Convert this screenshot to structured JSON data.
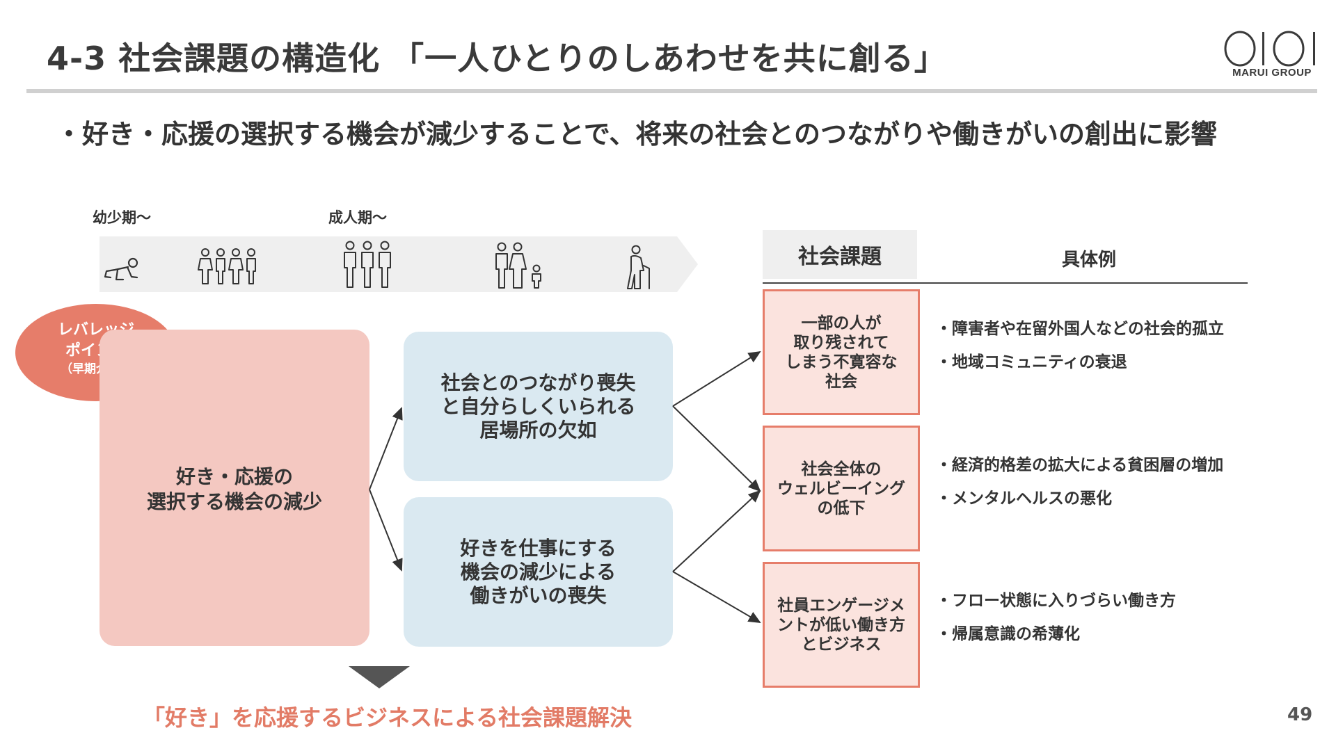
{
  "header": {
    "title": "4-3 社会課題の構造化 「一人ひとりのしあわせを共に創る」",
    "logo_mark": "OIOI",
    "logo_text": "MARUI GROUP"
  },
  "subtitle": "・好き・応援の選択する機会が減少することで、将来の社会とのつながりや働きがいの創出に影響",
  "timeline": {
    "stage_childhood": "幼少期～",
    "stage_adult": "成人期～",
    "figures": [
      "baby-icon",
      "children-group-icon",
      "adults-group-icon",
      "family-icon",
      "elderly-icon"
    ]
  },
  "callout": {
    "line1": "レバレッジ",
    "line2": "ポイント",
    "line3": "（早期介入）",
    "color": "#e67d6a"
  },
  "cause": {
    "line1": "好き・応援の",
    "line2": "選択する機会の減少",
    "color": "#f4c8c1"
  },
  "effects": [
    {
      "line1": "社会とのつながり喪失",
      "line2": "と自分らしくいられる",
      "line3": "居場所の欠如"
    },
    {
      "line1": "好きを仕事にする",
      "line2": "機会の減少による",
      "line3": "働きがいの喪失"
    }
  ],
  "issues_header": "社会課題",
  "examples_header": "具体例",
  "issues": [
    {
      "lines": [
        "一部の人が",
        "取り残されて",
        "しまう不寛容な",
        "社会"
      ],
      "examples": [
        "・障害者や在留外国人などの社会的孤立",
        "・地域コミュニティの衰退"
      ]
    },
    {
      "lines": [
        "社会全体の",
        "ウェルビーイング",
        "の低下"
      ],
      "examples": [
        "・経済的格差の拡大による貧困層の増加",
        "・メンタルヘルスの悪化"
      ]
    },
    {
      "lines": [
        "社員エンゲージメ",
        "ントが低い働き方",
        "とビジネス"
      ],
      "examples": [
        "・フロー状態に入りづらい働き方",
        "・帰属意識の希薄化"
      ]
    }
  ],
  "conclusion": "「好き」を応援するビジネスによる社会課題解決",
  "page_number": "49",
  "colors": {
    "accent": "#e67d6a",
    "pink_box": "#f4c8c1",
    "blue_box": "#dae9f1",
    "issue_fill": "#fbe3de",
    "conclusion_text": "#e27b66"
  }
}
